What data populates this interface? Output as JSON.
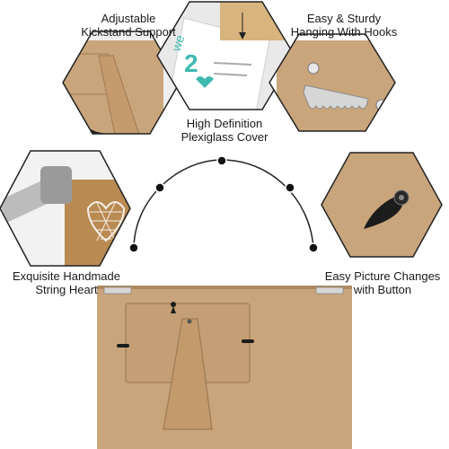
{
  "features": {
    "kickstand": {
      "line1": "Adjustable",
      "line2": "Kickstand Support",
      "icon": "kickstand-icon"
    },
    "plexiglass": {
      "line1": "High Definition",
      "line2": "Plexiglass Cover",
      "icon": "plexiglass-icon"
    },
    "hooks": {
      "line1": "Easy & Sturdy",
      "line2": "Hanging With Hooks",
      "icon": "sawtooth-hook-icon"
    },
    "string_heart": {
      "line1": "Exquisite Handmade",
      "line2": "String Heart",
      "icon": "string-heart-icon"
    },
    "button": {
      "line1": "Easy Picture Changes",
      "line2": "with Button",
      "icon": "turn-button-icon"
    }
  },
  "colors": {
    "mdf": "#c9a57c",
    "mdf_dark": "#b08a62",
    "wood": "#b98a52",
    "fastener": "#1c1c1c",
    "metal": "#bfbfbf",
    "teal": "#3fb8b0"
  }
}
